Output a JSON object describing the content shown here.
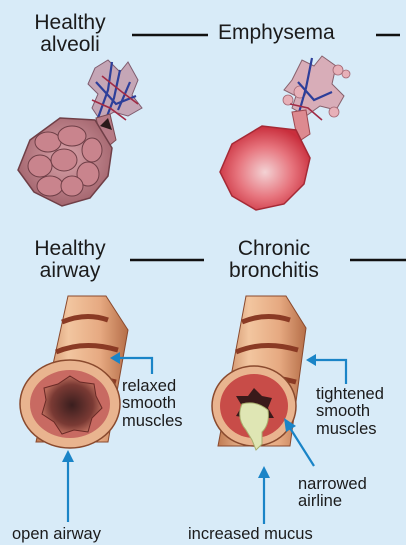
{
  "titles": {
    "healthy_alveoli": [
      "Healthy",
      "alveoli"
    ],
    "emphysema": "Emphysema",
    "healthy_airway": [
      "Healthy",
      "airway"
    ],
    "chronic_bronchitis": [
      "Chronic",
      "bronchitis"
    ]
  },
  "labels": {
    "relaxed_muscles": [
      "relaxed",
      "smooth",
      "muscles"
    ],
    "tightened_muscles": [
      "tightened",
      "smooth",
      "muscles"
    ],
    "narrowed_airline": [
      "narrowed",
      "airline"
    ],
    "open_airway": "open airway",
    "increased_mucus": "increased mucus"
  },
  "colors": {
    "background": "#d8ebf8",
    "arrow": "#1a84c7",
    "healthy_tissue": "#c98c94",
    "inflamed_tissue": "#e0505c",
    "mucus": "#dfe6b4"
  }
}
